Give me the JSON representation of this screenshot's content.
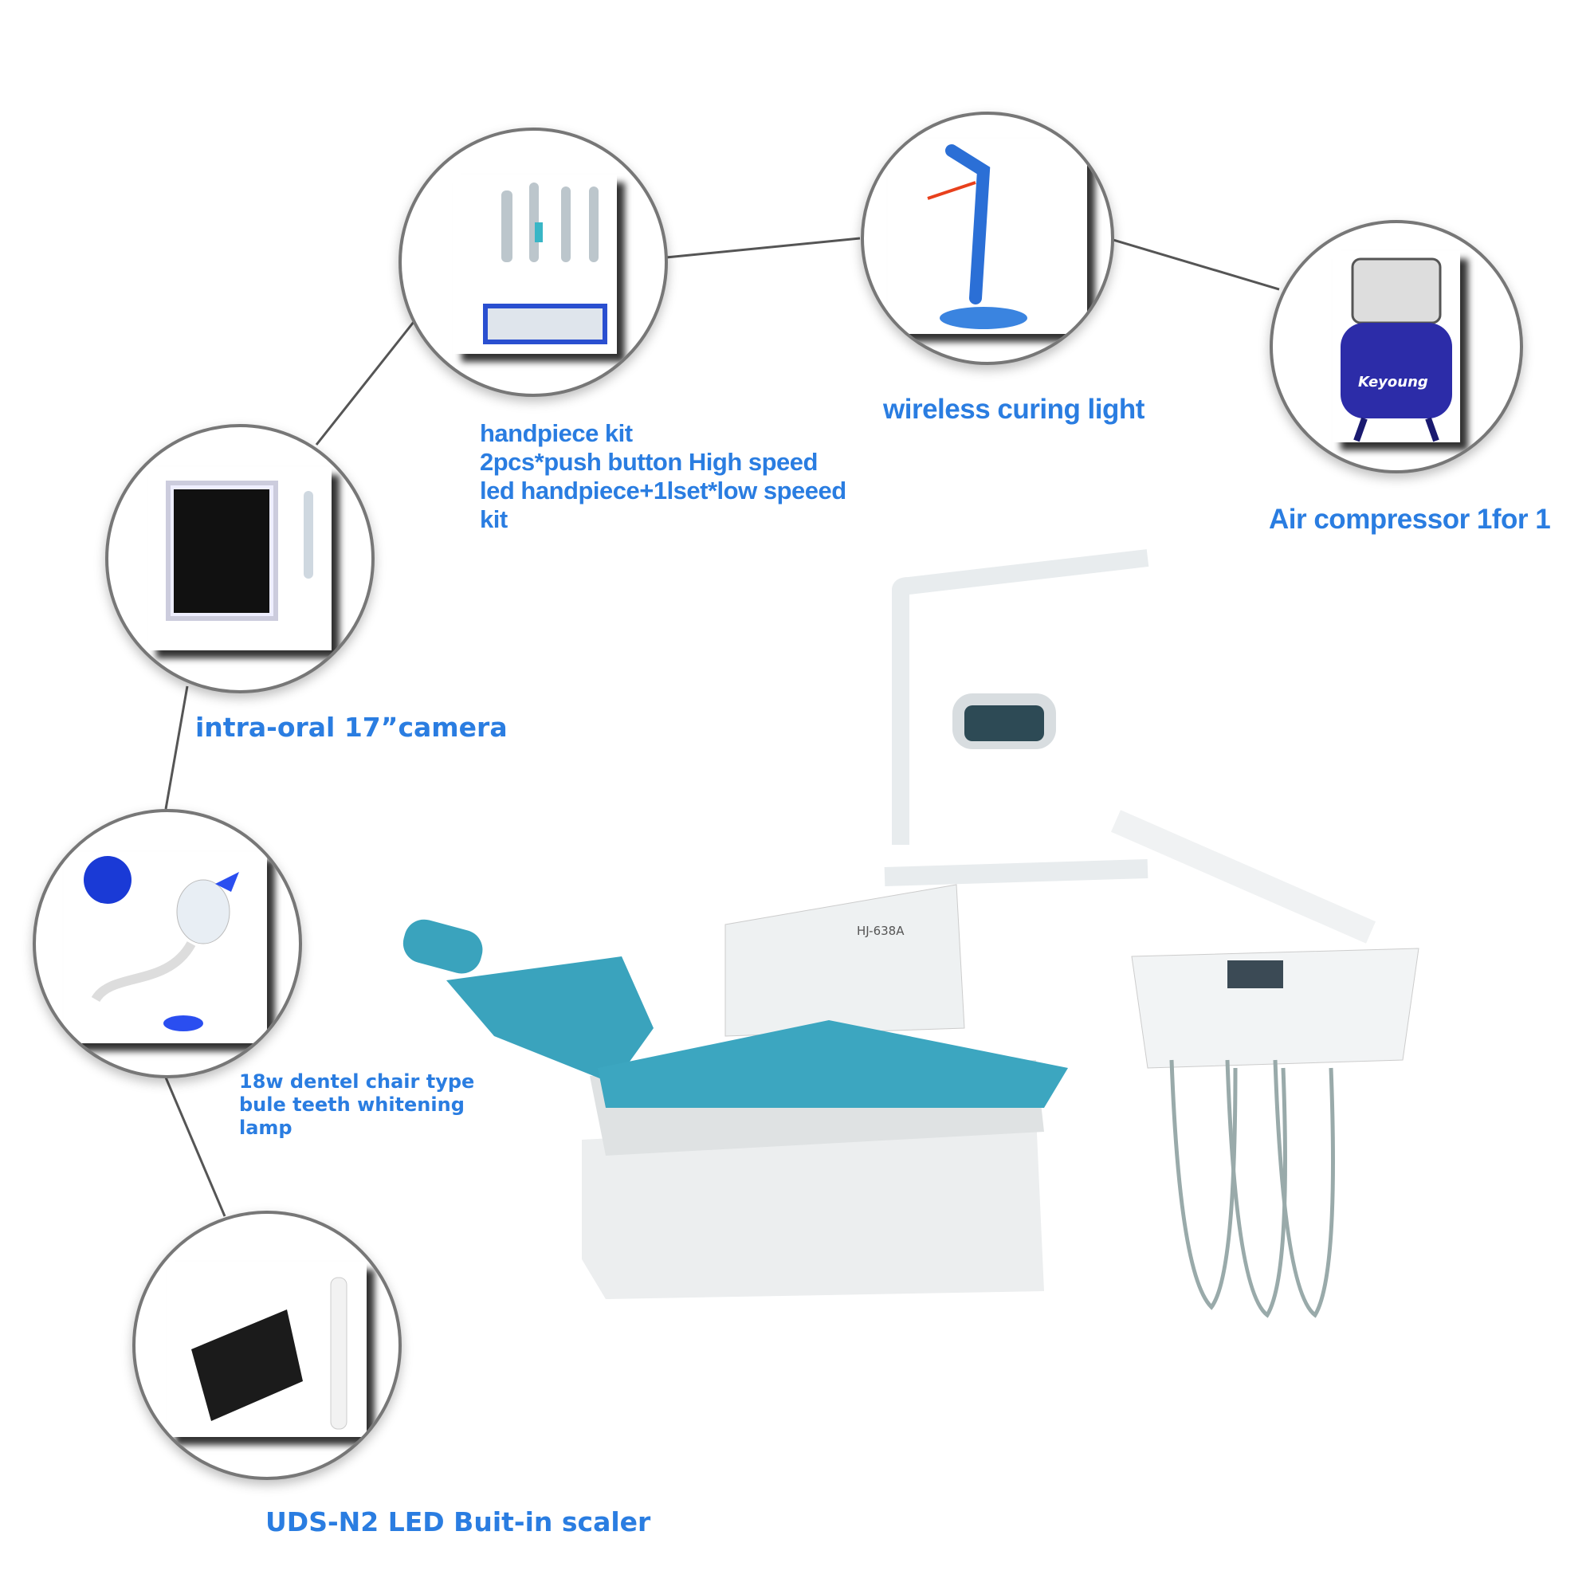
{
  "accent_color": "#2a7de1",
  "items": {
    "handpiece": {
      "lines": [
        "handpiece kit",
        "2pcs*push button High speed",
        "led handpiece+1lset*low speeed",
        "kit"
      ],
      "icon": "handpiece-kit-icon"
    },
    "curing_light": {
      "label": "wireless curing light",
      "icon": "curing-light-icon"
    },
    "compressor": {
      "label": "Air compressor 1for 1",
      "icon": "air-compressor-icon",
      "brand": "Keyoung"
    },
    "camera": {
      "label": "intra-oral 17”camera",
      "icon": "intraoral-camera-icon"
    },
    "whitening": {
      "lines": [
        "18w dentel chair type",
        "bule teeth whitening",
        "lamp"
      ],
      "icon": "whitening-lamp-icon"
    },
    "scaler": {
      "label": "UDS-N2 LED Buit-in scaler",
      "icon": "scaler-icon"
    }
  },
  "chair": {
    "model": "HJ-638A",
    "icon": "dental-chair-icon"
  }
}
